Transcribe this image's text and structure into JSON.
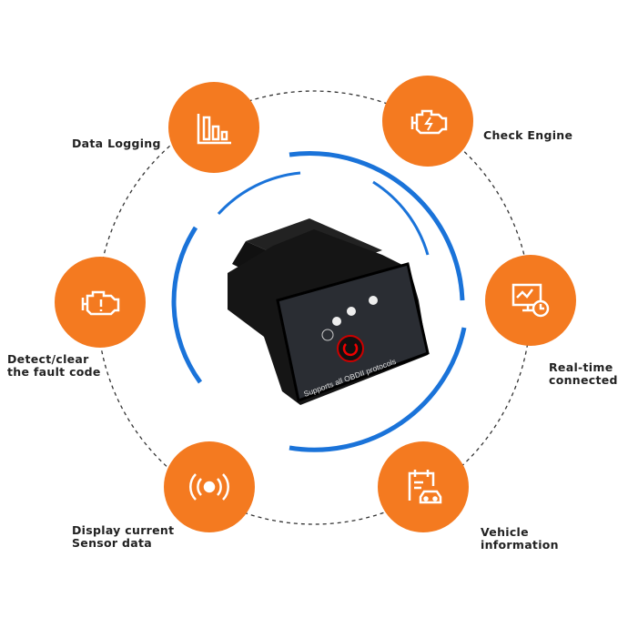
{
  "colors": {
    "accent": "#f47a20",
    "arc": "#1a73d9"
  },
  "features": [
    {
      "label_1": "Data Logging",
      "label_2": "",
      "icon": "bar-chart-icon"
    },
    {
      "label_1": "Check Engine",
      "label_2": "",
      "icon": "engine-bolt-icon"
    },
    {
      "label_1": "Detect/clear",
      "label_2": "the fault code",
      "icon": "engine-warning-icon"
    },
    {
      "label_1": "Real-time",
      "label_2": "connected",
      "icon": "monitor-clock-icon"
    },
    {
      "label_1": "Display current",
      "label_2": "Sensor data",
      "icon": "signal-broadcast-icon"
    },
    {
      "label_1": "Vehicle",
      "label_2": "information",
      "icon": "car-calendar-icon"
    }
  ],
  "device": {
    "text": "Supports  all  OBDII  protocols"
  }
}
